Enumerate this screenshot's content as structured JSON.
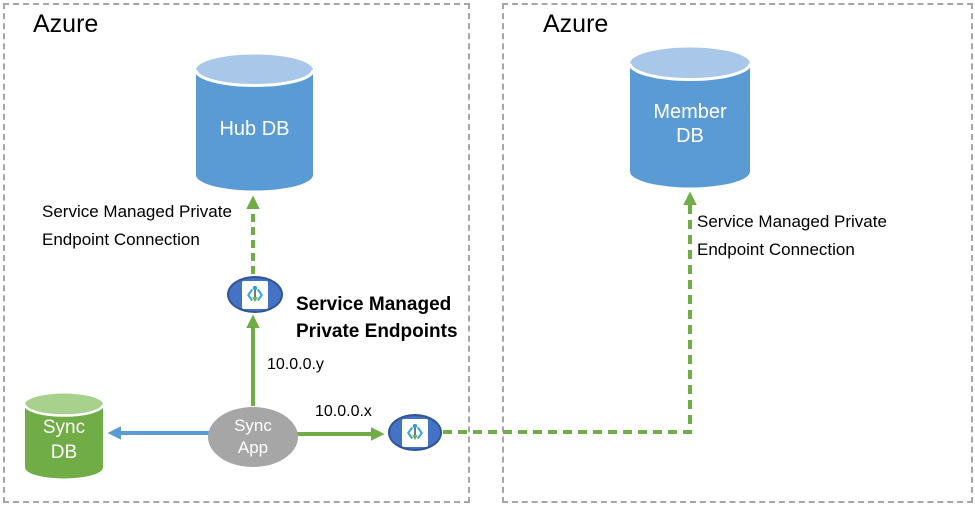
{
  "regions": {
    "left": {
      "label": "Azure"
    },
    "right": {
      "label": "Azure"
    }
  },
  "nodes": {
    "hub_db": {
      "type": "database",
      "label": "Hub DB",
      "color": "#5b9bd5",
      "top_color": "#a9c8e9"
    },
    "member_db": {
      "type": "database",
      "lines": [
        "Member",
        "DB"
      ],
      "color": "#5b9bd5",
      "top_color": "#a9c8e9"
    },
    "sync_db": {
      "type": "database",
      "lines": [
        "Sync",
        "DB"
      ],
      "color": "#70ad47",
      "top_color": "#a9d18e"
    },
    "sync_app": {
      "type": "process",
      "lines": [
        "Sync",
        "App"
      ],
      "color": "#a6a6a6"
    },
    "private_endpoint_hub": {
      "type": "private-endpoint",
      "icon": "private-endpoint-icon",
      "color": "#4472c4"
    },
    "private_endpoint_member": {
      "type": "private-endpoint",
      "icon": "private-endpoint-icon",
      "color": "#4472c4"
    }
  },
  "labels": {
    "hub_connection": {
      "lines": [
        "Service Managed Private",
        "Endpoint Connection"
      ]
    },
    "member_connection": {
      "lines": [
        "Service Managed Private",
        "Endpoint Connection"
      ]
    },
    "endpoints_title": {
      "lines": [
        "Service Managed",
        "Private Endpoints"
      ]
    },
    "ip_to_hub_endpoint": "10.0.0.y",
    "ip_to_member_endpoint": "10.0.0.x"
  },
  "colors": {
    "green_connector": "#70ad47",
    "blue_connector": "#5b9bd5",
    "box_border": "#a6a6a6",
    "endpoint_fill": "#4472c4",
    "endpoint_border": "#2f5597",
    "db_blue": "#5b9bd5",
    "db_blue_top": "#a9c8e9",
    "db_green": "#70ad47",
    "db_green_top": "#a9d18e",
    "app_gray": "#a6a6a6"
  }
}
